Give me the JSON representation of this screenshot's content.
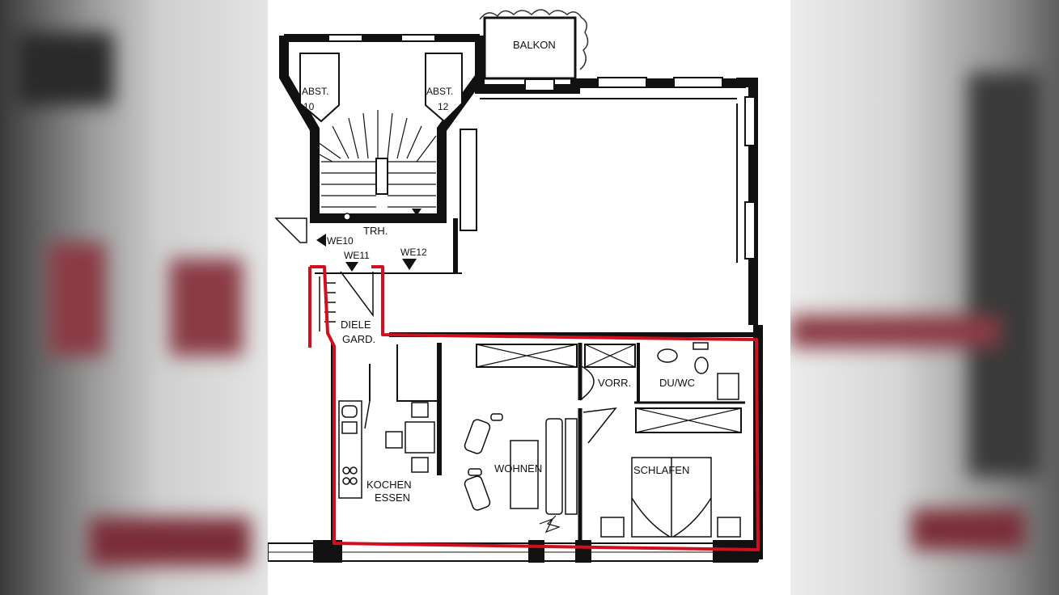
{
  "floorplan": {
    "rooms": {
      "balcony": "BALKON",
      "abst_left": "ABST.",
      "abst_left_no": "10",
      "abst_right": "ABST.",
      "abst_right_no": "12",
      "stairwell": "TRH.",
      "unit_we10": "WE10",
      "unit_we11": "WE11",
      "unit_we12": "WE12",
      "hall_line1": "DIELE",
      "hall_line2": "GARD.",
      "anteroom": "VORR.",
      "bathroom": "DU/WC",
      "living": "WOHNEN",
      "kitchen_line1": "KOCHEN",
      "kitchen_line2": "ESSEN",
      "bedroom": "SCHLAFEN"
    },
    "colors": {
      "outline_highlight": "#d0101e",
      "wall": "#111111"
    }
  }
}
